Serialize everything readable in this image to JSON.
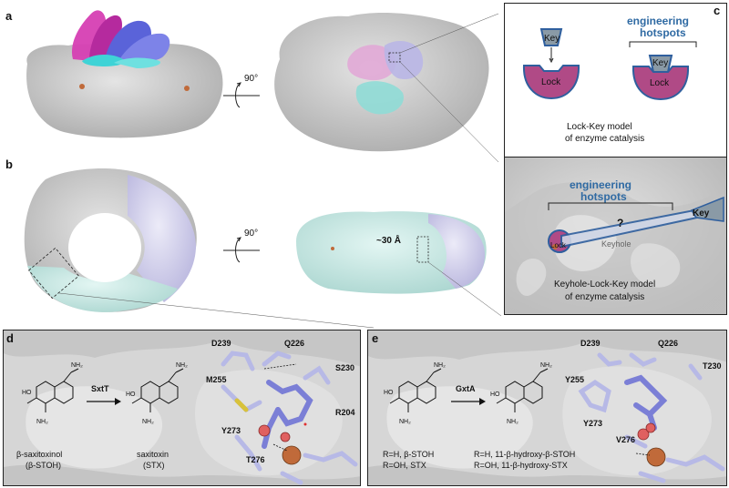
{
  "panels": {
    "a": "a",
    "b": "b",
    "c": "c",
    "d": "d",
    "e": "e"
  },
  "rotation": {
    "a": "90°",
    "b": "90°"
  },
  "distance_label": "~30 Å",
  "panel_c": {
    "key1": "Key",
    "lock1": "Lock",
    "key2": "Key",
    "lock2": "Lock",
    "hotspots_line1": "engineering",
    "hotspots_line2": "hotspots",
    "model1_line1": "Lock-Key model",
    "model1_line2": "of enzyme catalysis",
    "hotspots2_line1": "engineering",
    "hotspots2_line2": "hotspots",
    "question": "?",
    "keyhole": "Keyhole",
    "key3": "Key",
    "lock3": "Lock",
    "model2_line1": "Keyhole-Lock-Key model",
    "model2_line2": "of enzyme catalysis"
  },
  "panel_d": {
    "enzyme": "SxtT",
    "substrate_line1": "β-saxitoxinol",
    "substrate_line2": "(β-STOH)",
    "product_line1": "saxitoxin",
    "product_line2": "(STX)",
    "residues": {
      "d239": "D239",
      "q226": "Q226",
      "s230": "S230",
      "m255": "M255",
      "r204": "R204",
      "y273": "Y273",
      "t276": "T276"
    }
  },
  "panel_e": {
    "enzyme": "GxtA",
    "substrate_line1": "R=H, β-STOH",
    "substrate_line2": "R=OH, STX",
    "product_line1": "R=H, 11-β-hydroxy-β-STOH",
    "product_line2": "R=OH, 11-β-hydroxy-STX",
    "residues": {
      "d239": "D239",
      "q226": "Q226",
      "y255": "Y255",
      "t230": "T230",
      "y273": "Y273",
      "v276": "V276"
    }
  },
  "colors": {
    "surface_gray": "#c8c8c8",
    "surface_cyan": "#c7ebe6",
    "surface_lavender": "#d6d4ee",
    "lock_magenta": "#b04a86",
    "lock_border": "#2f5f9e",
    "key_gray": "#8a9aa6",
    "hotspot_blue": "#2f6aa3",
    "iron": "#c06a3a",
    "stick_blue": "#7b7fd6",
    "stick_lavender": "#b7b9e6"
  }
}
